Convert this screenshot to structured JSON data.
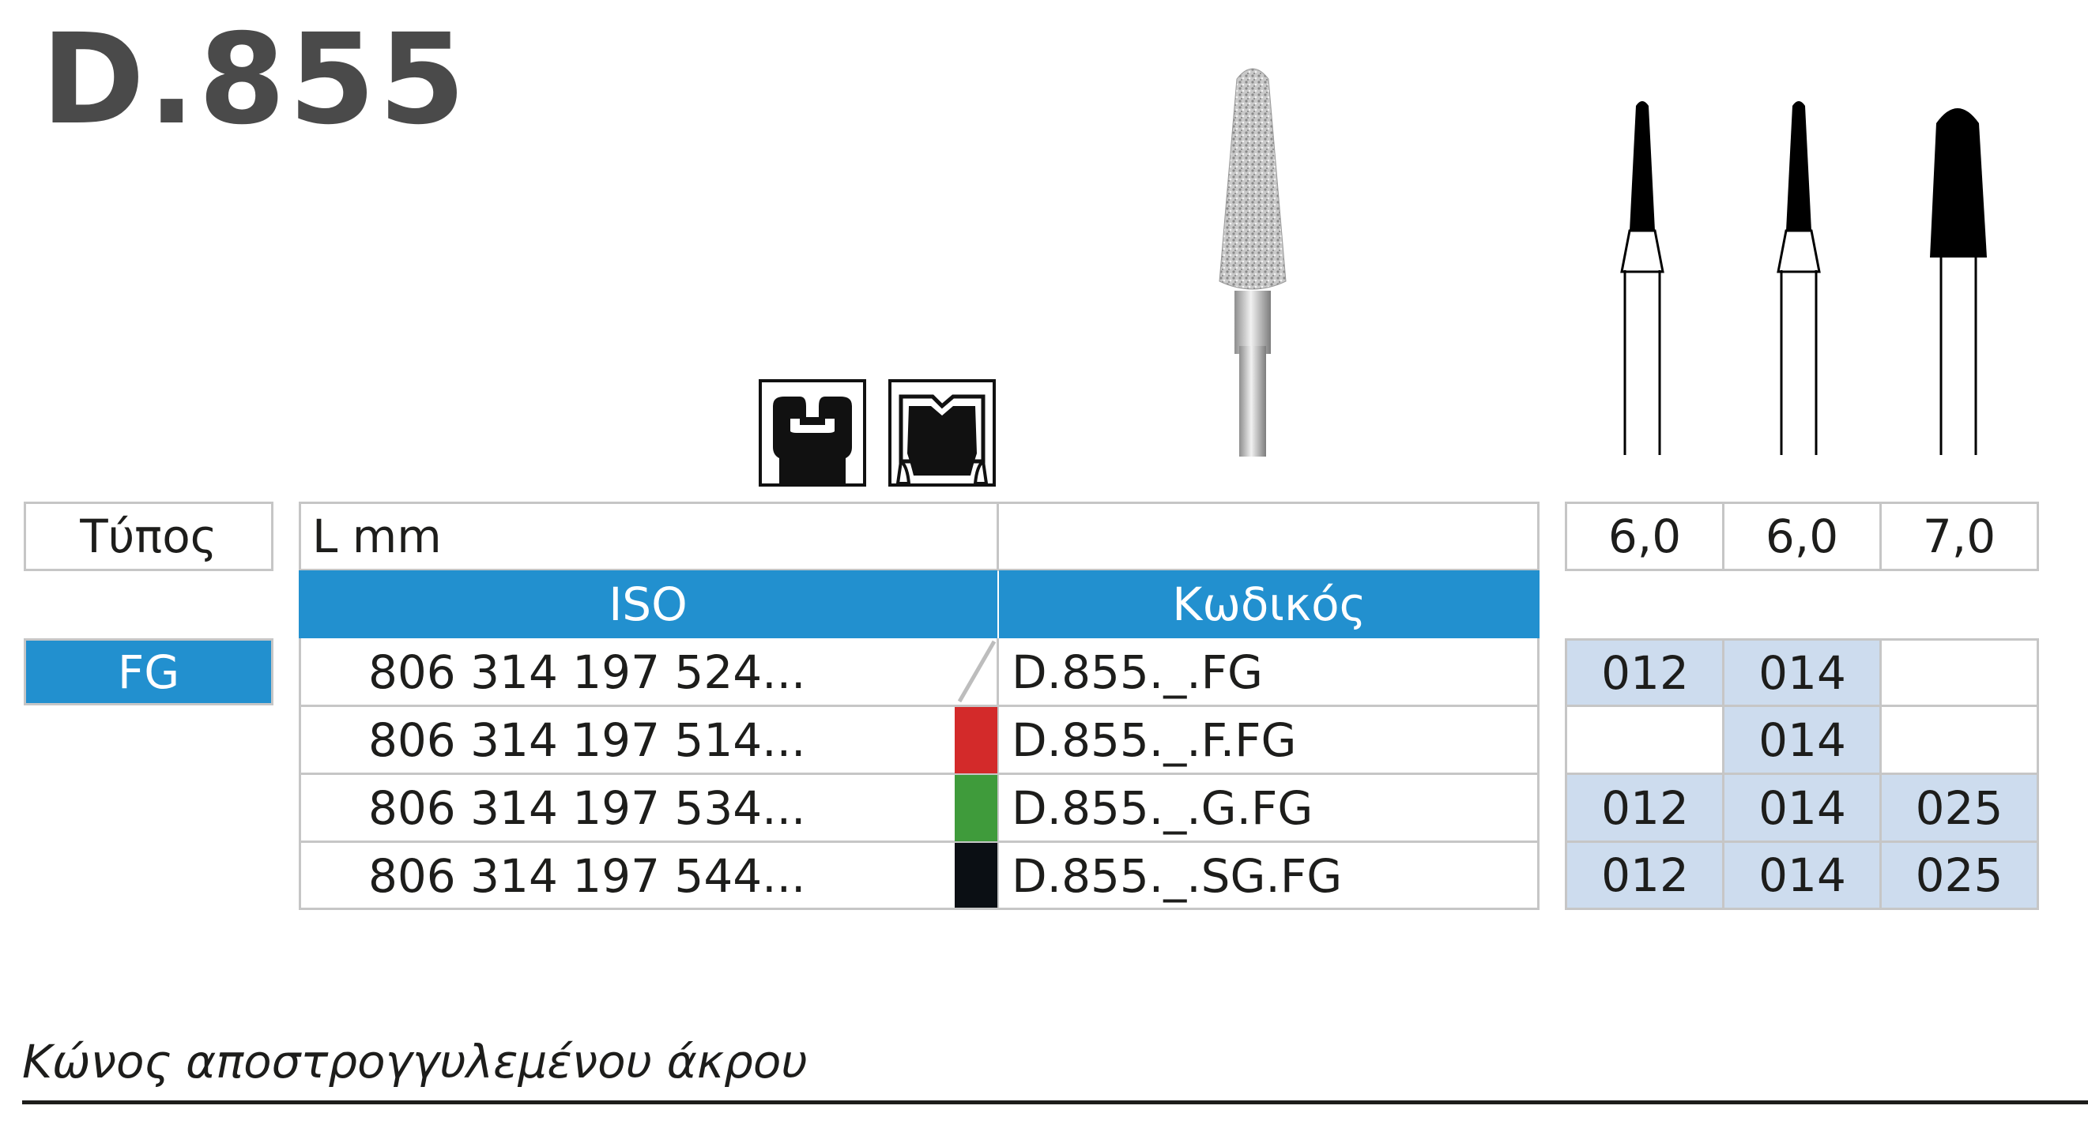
{
  "title": "D.855",
  "header": {
    "type_label": "Τύπος",
    "length_label": "L mm",
    "lengths": [
      "6,0",
      "6,0",
      "7,0"
    ]
  },
  "columns": {
    "iso": "ISO",
    "code": "Κωδικός"
  },
  "shank_type": "FG",
  "rows": [
    {
      "iso": "806 314 197 524...",
      "color": "white",
      "code": "D.855._.FG",
      "sizes": [
        "012",
        "014",
        ""
      ]
    },
    {
      "iso": "806 314 197 514...",
      "color": "#d32a2a",
      "code": "D.855._.F.FG",
      "sizes": [
        "",
        "014",
        ""
      ]
    },
    {
      "iso": "806 314 197 534...",
      "color": "#3f9b3b",
      "code": "D.855._.G.FG",
      "sizes": [
        "012",
        "014",
        "025"
      ]
    },
    {
      "iso": "806 314 197 544...",
      "color": "#0b0f14",
      "code": "D.855._.SG.FG",
      "sizes": [
        "012",
        "014",
        "025"
      ]
    }
  ],
  "caption": "Κώνος αποστρογγυλεμένου άκρου",
  "icons": [
    "tooth-cavity-icon",
    "tooth-crown-icon",
    "diamond-bur-image",
    "bur-silhouette-icon"
  ],
  "colors": {
    "accent": "#2290cf",
    "size_cell": "#cddcee",
    "red": "#d32a2a",
    "green": "#3f9b3b",
    "black": "#0b0f14"
  }
}
